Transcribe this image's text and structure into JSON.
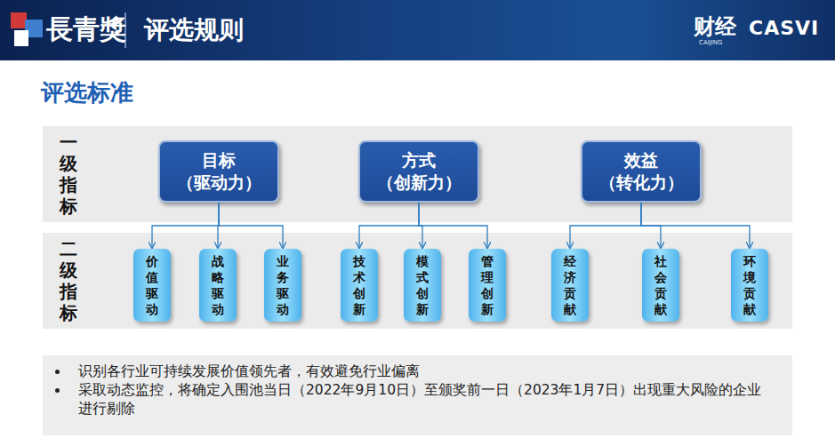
{
  "diagram": {
    "title": "评选规则",
    "nodes": [
      {
        "text": [
          "一级指标"
        ]
      },
      {
        "text": [
          "目标",
          "（驱动力）"
        ],
        "in": 0
      },
      {
        "text": [
          "方式",
          "（创新力）"
        ],
        "in": 0
      },
      {
        "text": [
          "效益",
          "（转化力）"
        ],
        "in": 0
      },
      {
        "text": [
          "二级指标"
        ]
      },
      {
        "text": [
          "价值驱动"
        ],
        "in": 4
      },
      {
        "text": [
          "战略驱动"
        ],
        "in": 4
      },
      {
        "text": [
          "业务驱动"
        ],
        "in": 4
      },
      {
        "text": [
          "技术创新"
        ],
        "in": 4
      },
      {
        "text": [
          "模式创新"
        ],
        "in": 4
      },
      {
        "text": [
          "管理创新"
        ],
        "in": 4
      },
      {
        "text": [
          "经济贡献"
        ],
        "in": 4
      },
      {
        "text": [
          "社会贡献"
        ],
        "in": 4
      },
      {
        "text": [
          "环境贡献"
        ],
        "in": 4
      },
      {
        "text": [
          "识别各行业可持续发展价值领先者，有效避免行业偏离",
          "采取动态监控，将确定入围池当日（2022年9月10日）至颁奖前一日（2023年1月7日）出现重大风险的企业进行剔除"
        ]
      }
    ],
    "edges": [
      {
        "from": 1,
        "to": 5,
        "arrow": "to"
      },
      {
        "from": 1,
        "to": 6,
        "arrow": "to"
      },
      {
        "from": 1,
        "to": 7,
        "arrow": "to"
      },
      {
        "from": 2,
        "to": 8,
        "arrow": "to"
      },
      {
        "from": 2,
        "to": 9,
        "arrow": "to"
      },
      {
        "from": 2,
        "to": 10,
        "arrow": "to"
      },
      {
        "from": 3,
        "to": 11,
        "arrow": "to"
      },
      {
        "from": 3,
        "to": 12,
        "arrow": "to"
      },
      {
        "from": 3,
        "to": 13,
        "arrow": "to"
      }
    ],
    "labels": [
      "長青獎",
      "评选标准",
      "财经",
      "CAIJING",
      "CASVI"
    ]
  }
}
